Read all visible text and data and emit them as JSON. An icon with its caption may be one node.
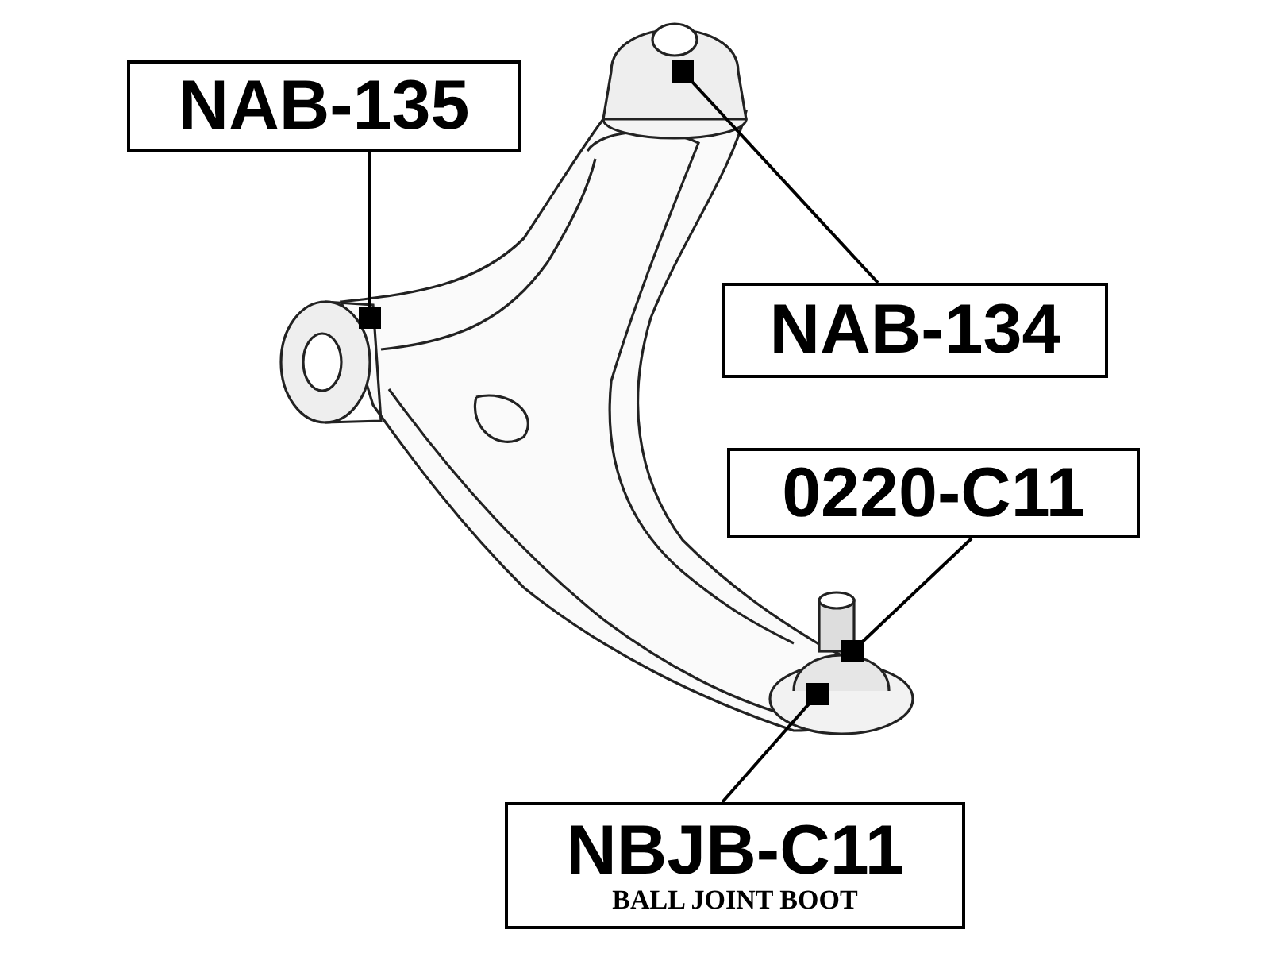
{
  "diagram": {
    "nodes": [
      {
        "text": [
          "NAB-135"
        ]
      },
      {
        "text": [
          "NAB-134"
        ]
      },
      {
        "text": [
          "0220-C11"
        ]
      },
      {
        "text": [
          "NBJB-C11",
          "BALL JOINT BOOT"
        ]
      }
    ],
    "edges": [
      {
        "from": 0,
        "to": null,
        "arrow": "other"
      },
      {
        "from": 1,
        "to": null,
        "arrow": "other"
      },
      {
        "from": 2,
        "to": null,
        "arrow": "other"
      },
      {
        "from": 3,
        "to": null,
        "arrow": "other"
      }
    ]
  }
}
